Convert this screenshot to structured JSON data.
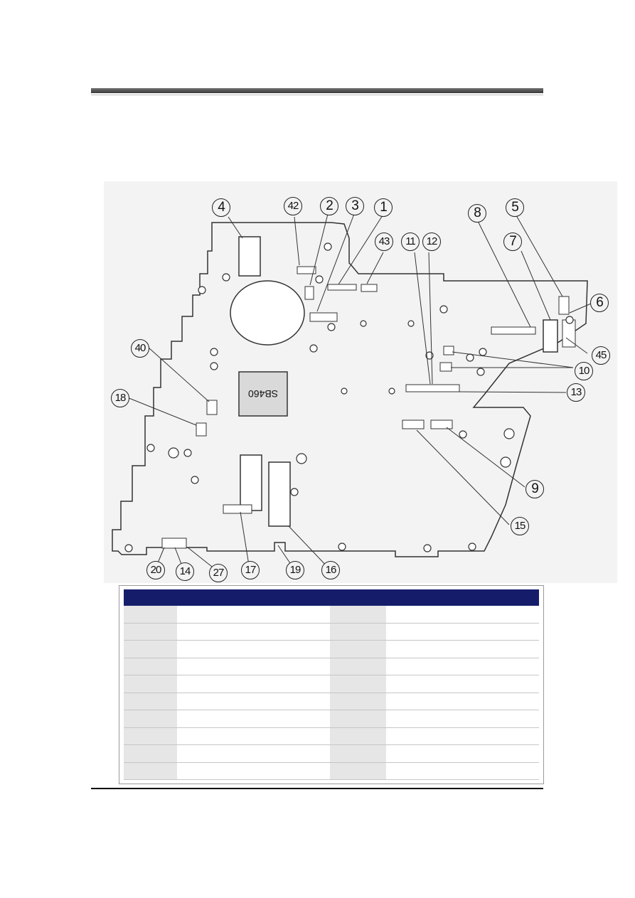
{
  "figure": {
    "chip_label": "SB460",
    "callouts": [
      {
        "id": "c4",
        "text": "4"
      },
      {
        "id": "c42",
        "text": "42"
      },
      {
        "id": "c2",
        "text": "2"
      },
      {
        "id": "c3",
        "text": "3"
      },
      {
        "id": "c1",
        "text": "1"
      },
      {
        "id": "c43",
        "text": "43"
      },
      {
        "id": "c11",
        "text": "11"
      },
      {
        "id": "c12",
        "text": "12"
      },
      {
        "id": "c8",
        "text": "8"
      },
      {
        "id": "c5",
        "text": "5"
      },
      {
        "id": "c7",
        "text": "7"
      },
      {
        "id": "c6",
        "text": "6"
      },
      {
        "id": "c45",
        "text": "45"
      },
      {
        "id": "c10",
        "text": "10"
      },
      {
        "id": "c13",
        "text": "13"
      },
      {
        "id": "c40",
        "text": "40"
      },
      {
        "id": "c18",
        "text": "18"
      },
      {
        "id": "c9",
        "text": "9"
      },
      {
        "id": "c15",
        "text": "15"
      },
      {
        "id": "c20",
        "text": "20"
      },
      {
        "id": "c14",
        "text": "14"
      },
      {
        "id": "c27",
        "text": "27"
      },
      {
        "id": "c17",
        "text": "17"
      },
      {
        "id": "c19",
        "text": "19"
      },
      {
        "id": "c16",
        "text": "16"
      }
    ]
  },
  "table": {
    "headers": [
      "",
      "",
      "",
      ""
    ],
    "rows": [
      [
        "",
        "",
        "",
        ""
      ],
      [
        "",
        "",
        "",
        ""
      ],
      [
        "",
        "",
        "",
        ""
      ],
      [
        "",
        "",
        "",
        ""
      ],
      [
        "",
        "",
        "",
        ""
      ],
      [
        "",
        "",
        "",
        ""
      ],
      [
        "",
        "",
        "",
        ""
      ],
      [
        "",
        "",
        "",
        ""
      ],
      [
        "",
        "",
        "",
        ""
      ],
      [
        "",
        "",
        "",
        ""
      ]
    ]
  }
}
